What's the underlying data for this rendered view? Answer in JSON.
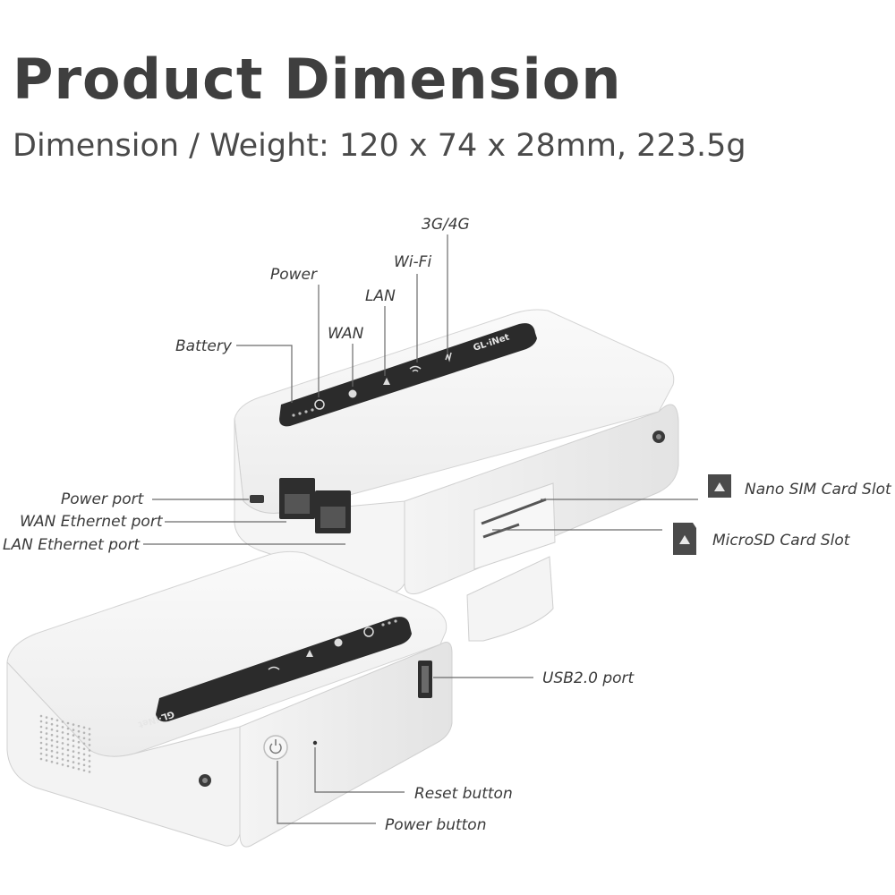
{
  "header": {
    "title": "Product Dimension",
    "subtitle": "Dimension / Weight: 120 x 74 x 28mm, 223.5g"
  },
  "callouts": {
    "battery": "Battery",
    "power": "Power",
    "wan": "WAN",
    "lan": "LAN",
    "wifi": "Wi-Fi",
    "cellular": "3G/4G",
    "power_port": "Power port",
    "wan_ethernet_port": "WAN Ethernet port",
    "lan_ethernet_port": "LAN Ethernet port",
    "nano_sim_slot": "Nano SIM Card Slot",
    "microsd_slot": "MicroSD Card Slot",
    "usb_port": "USB2.0 port",
    "reset_button": "Reset button",
    "power_button": "Power button"
  },
  "device": {
    "brand_logo": "GL·iNet",
    "colors": {
      "body": "#f1f1f1",
      "panel": "#2b2b2b",
      "led": "#cfcfcf"
    }
  }
}
